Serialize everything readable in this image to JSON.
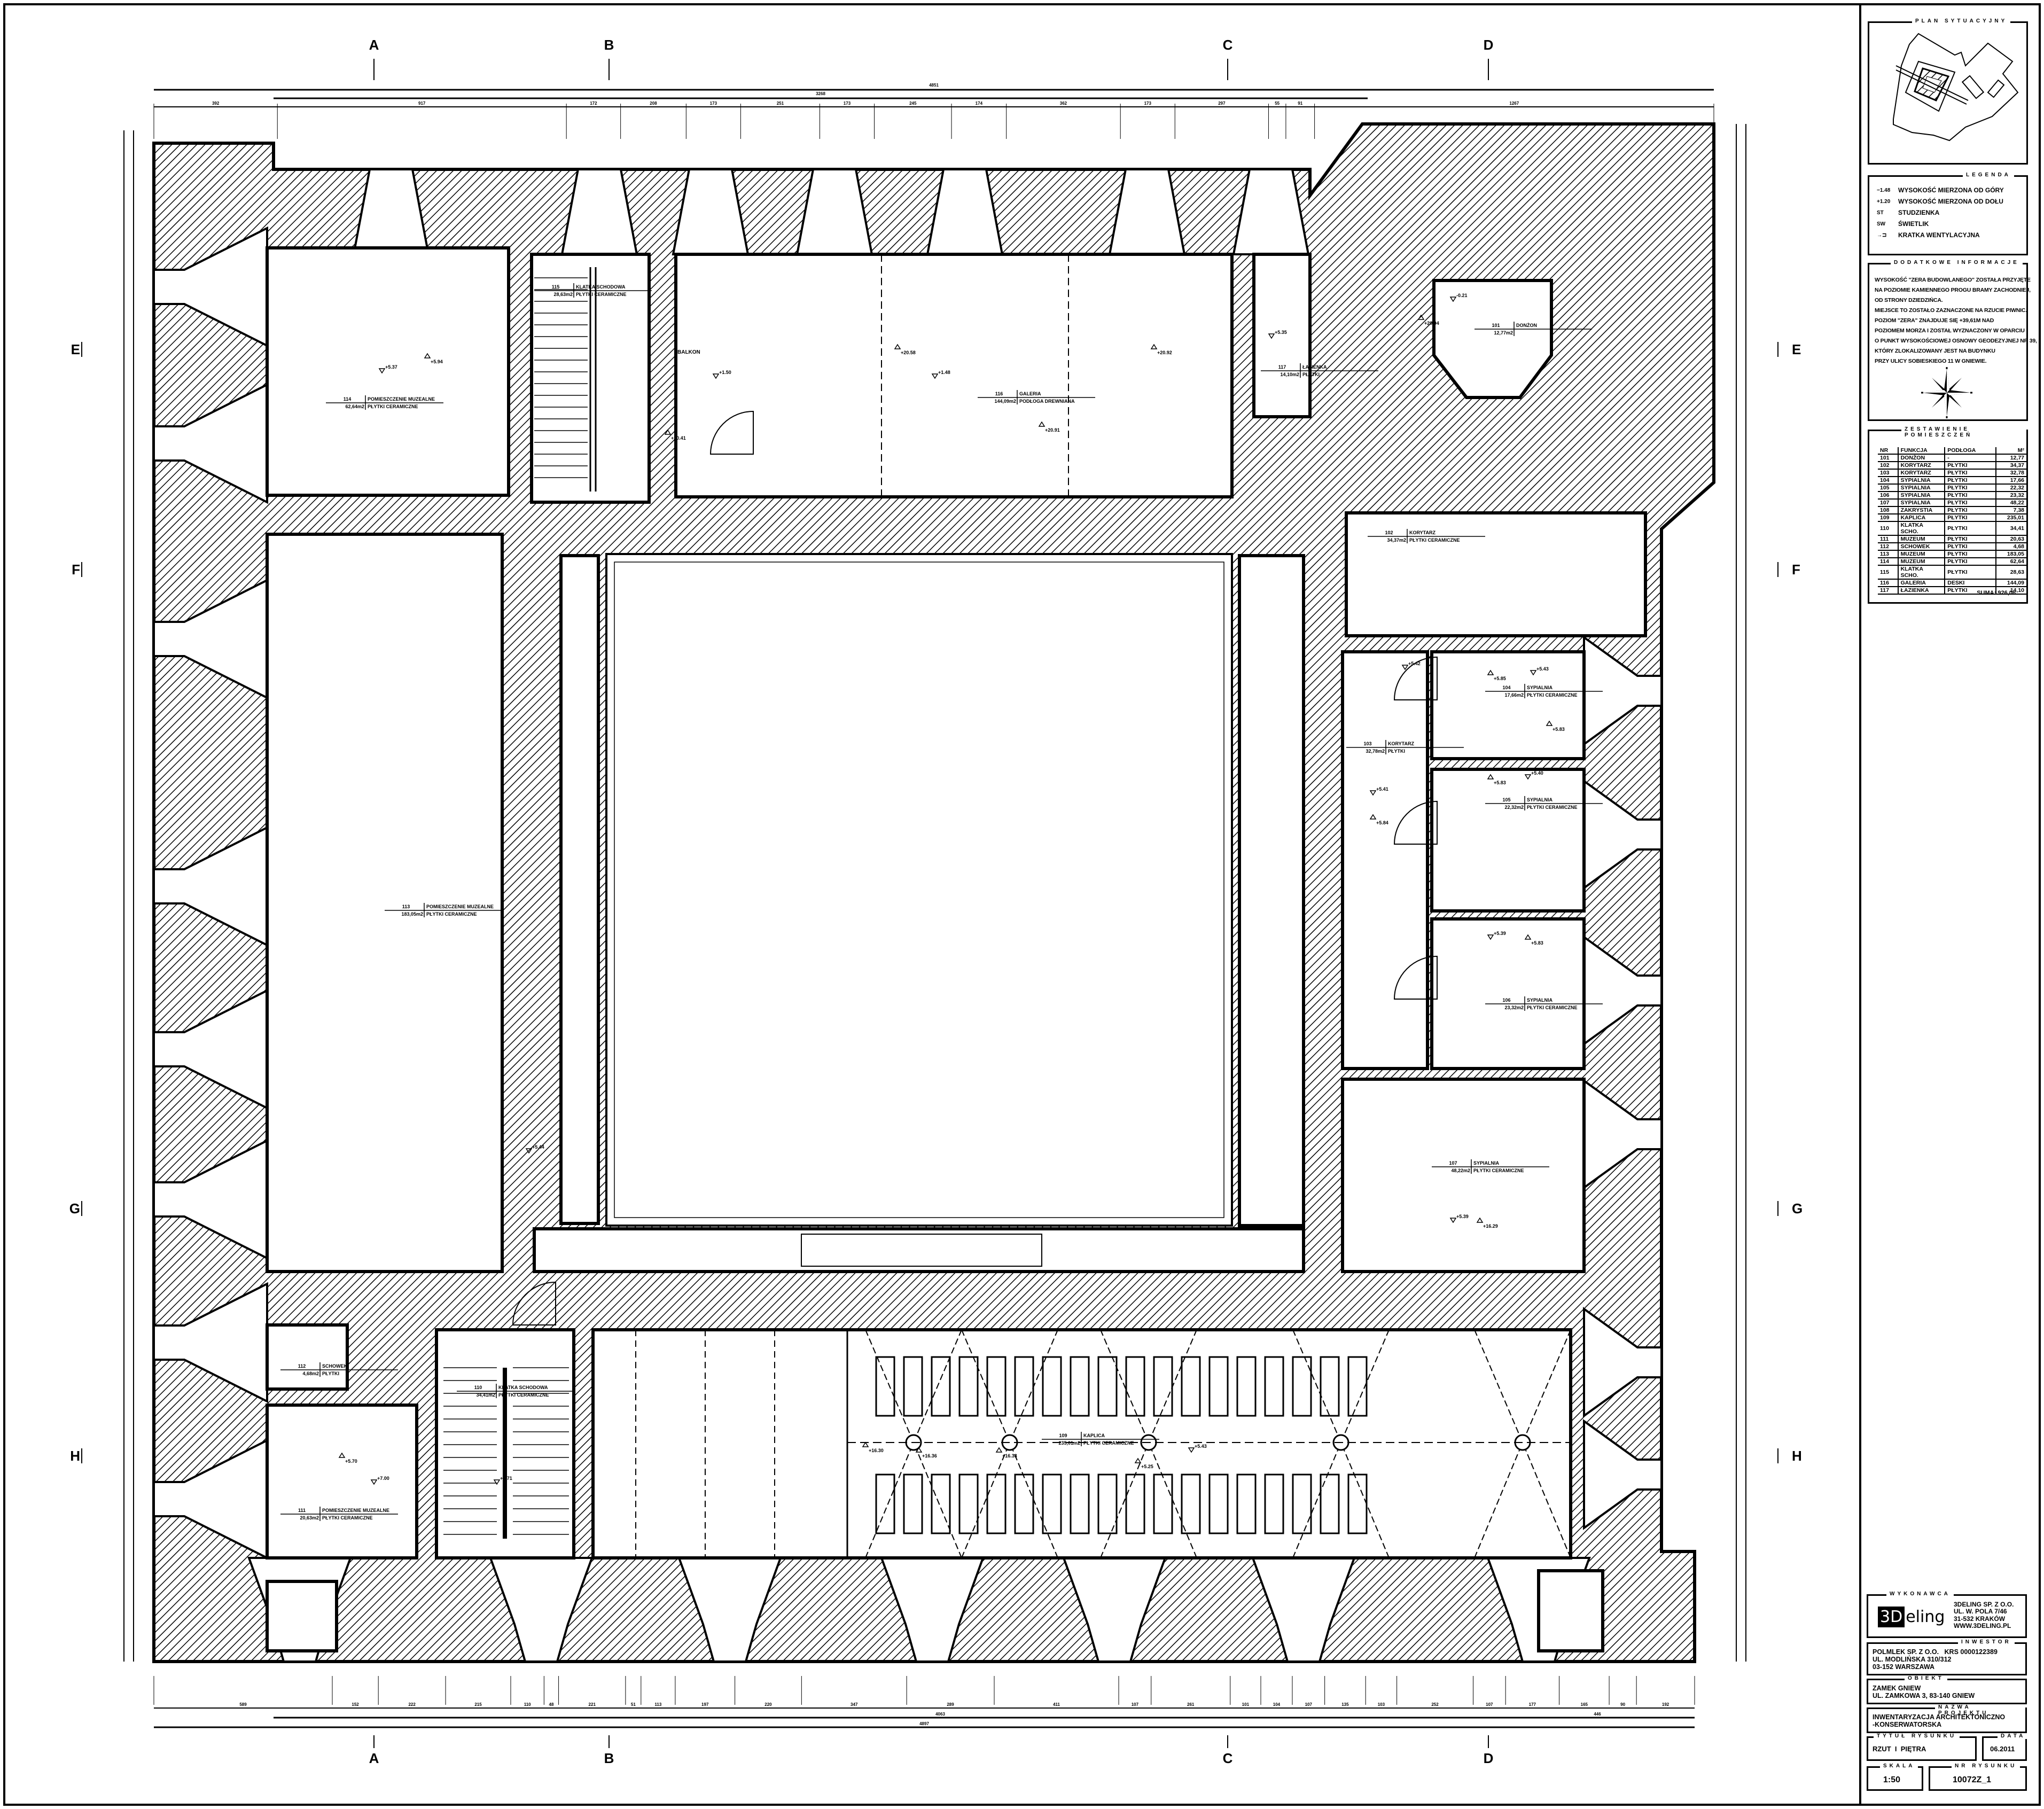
{
  "sheet": {
    "grid_columns": [
      "A",
      "B",
      "C",
      "D"
    ],
    "grid_rows": [
      "E",
      "F",
      "G",
      "H"
    ]
  },
  "plan": {
    "dims_top": {
      "overall": "4851",
      "inner": "3268",
      "chain": [
        "392",
        "917",
        "172",
        "208",
        "173",
        "251",
        "173",
        "245",
        "174",
        "362",
        "173",
        "297",
        "55",
        "91",
        "1267"
      ]
    },
    "dims_bottom": {
      "overall": "4897",
      "inner": "4063",
      "right": "446",
      "chain": [
        "589",
        "152",
        "222",
        "215",
        "110",
        "48",
        "221",
        "51",
        "113",
        "197",
        "220",
        "347",
        "289",
        "411",
        "107",
        "261",
        "101",
        "104",
        "107",
        "135",
        "103",
        "252",
        "107",
        "177",
        "165",
        "90",
        "192"
      ]
    },
    "rooms": [
      {
        "nr": "114",
        "name": "POMIESZCZENIE MUZEALNE",
        "area": "62,64m2",
        "floor": "PŁYTKI CERAMICZNE"
      },
      {
        "nr": "113",
        "name": "POMIESZCZENIE MUZEALNE",
        "area": "183,05m2",
        "floor": "PŁYTKI CERAMICZNE"
      },
      {
        "nr": "115",
        "name": "KLATKA SCHODOWA",
        "area": "28,63m2",
        "floor": "PŁYTKI CERAMICZNE"
      },
      {
        "nr": "116",
        "name": "GALERIA",
        "area": "144,09m2",
        "floor": "PODŁOGA DREWNIANA"
      },
      {
        "nr": "117",
        "name": "ŁAZIENKA",
        "area": "14,10m2",
        "floor": "PŁYTKI"
      },
      {
        "nr": "101",
        "name": "DONŻON",
        "area": "12,77m2",
        "floor": ""
      },
      {
        "nr": "102",
        "name": "KORYTARZ",
        "area": "34,37m2",
        "floor": "PŁYTKI CERAMICZNE"
      },
      {
        "nr": "103",
        "name": "KORYTARZ",
        "area": "32,78m2",
        "floor": "PŁYTKI"
      },
      {
        "nr": "104",
        "name": "SYPIALNIA",
        "area": "17,66m2",
        "floor": "PŁYTKI CERAMICZNE"
      },
      {
        "nr": "105",
        "name": "SYPIALNIA",
        "area": "22,32m2",
        "floor": "PŁYTKI CERAMICZNE"
      },
      {
        "nr": "106",
        "name": "SYPIALNIA",
        "area": "23,32m2",
        "floor": "PŁYTKI CERAMICZNE"
      },
      {
        "nr": "107",
        "name": "SYPIALNIA",
        "area": "48,22m2",
        "floor": "PŁYTKI CERAMICZNE"
      },
      {
        "nr": "109",
        "name": "KAPLICA",
        "area": "235,01m2",
        "floor": "PŁYTKI CERAMICZNE"
      },
      {
        "nr": "110",
        "name": "KLATKA SCHODOWA",
        "area": "34,41m2",
        "floor": "PŁYTKI CERAMICZNE"
      },
      {
        "nr": "111",
        "name": "POMIESZCZENIE MUZEALNE",
        "area": "20,63m2",
        "floor": "PŁYTKI CERAMICZNE"
      },
      {
        "nr": "112",
        "name": "SCHOWEK",
        "area": "4,68m2",
        "floor": "PŁYTKI"
      }
    ],
    "balcony_label": "BALKON",
    "elevations": [
      {
        "v": "+5.37",
        "type": "top"
      },
      {
        "v": "+5.94",
        "type": "bottom"
      },
      {
        "v": "+20.58",
        "type": "bottom"
      },
      {
        "v": "+20.92",
        "type": "bottom"
      },
      {
        "v": "+1.50",
        "type": "top"
      },
      {
        "v": "+1.48",
        "type": "top"
      },
      {
        "v": "+20.91",
        "type": "bottom"
      },
      {
        "v": "+20.41",
        "type": "bottom"
      },
      {
        "v": "+5.35",
        "type": "top"
      },
      {
        "v": "-0.21",
        "type": "top"
      },
      {
        "v": "+20.94",
        "type": "bottom"
      },
      {
        "v": "+5.41",
        "type": "top"
      },
      {
        "v": "+5.84",
        "type": "bottom"
      },
      {
        "v": "+5.42",
        "type": "top"
      },
      {
        "v": "+5.85",
        "type": "bottom"
      },
      {
        "v": "+5.43",
        "type": "top"
      },
      {
        "v": "+5.83",
        "type": "bottom"
      },
      {
        "v": "+5.40",
        "type": "top"
      },
      {
        "v": "+5.83",
        "type": "bottom"
      },
      {
        "v": "+5.39",
        "type": "top"
      },
      {
        "v": "+5.83",
        "type": "bottom"
      },
      {
        "v": "+5.39",
        "type": "top"
      },
      {
        "v": "+16.29",
        "type": "bottom"
      },
      {
        "v": "+16.30",
        "type": "bottom"
      },
      {
        "v": "+16.36",
        "type": "bottom"
      },
      {
        "v": "+16.33",
        "type": "bottom"
      },
      {
        "v": "+5.43",
        "type": "top"
      },
      {
        "v": "+5.25",
        "type": "bottom"
      },
      {
        "v": "+5.44",
        "type": "top"
      },
      {
        "v": "+5.70",
        "type": "bottom"
      },
      {
        "v": "+7.00",
        "type": "top"
      },
      {
        "v": "+6.71",
        "type": "top"
      }
    ]
  },
  "panel": {
    "site_plan_title": "PLAN SYTUACYJNY",
    "legend": {
      "title": "LEGENDA",
      "items": [
        {
          "symbol": "−1.48",
          "label": "WYSOKOŚĆ MIERZONA OD GÓRY"
        },
        {
          "symbol": "+1.20",
          "label": "WYSOKOŚĆ MIERZONA OD DOŁU"
        },
        {
          "symbol": "ST",
          "label": "STUDZIENKA"
        },
        {
          "symbol": "SW",
          "label": "ŚWIETLIK"
        },
        {
          "symbol": "→⊐",
          "label": "KRATKA WENTYLACYJNA"
        }
      ]
    },
    "info": {
      "title": "DODATKOWE INFORMACJE",
      "text": "WYSOKOŚĆ \"ZERA BUDOWLANEGO\" ZOSTAŁA PRZYJĘTE\nNA POZIOMIE KAMIENNEGO PROGU BRAMY ZACHODNIEJ,\nOD STRONY DZIEDZIŃCA.\nMIEJSCE TO ZOSTAŁO ZAZNACZONE NA RZUCIE PIWNIC.\nPOZIOM \"ZERA\" ZNAJDUJE SIĘ +39,61M NAD\nPOZIOMEM MORZA I ZOSTAŁ WYZNACZONY W OPARCIU\nO PUNKT WYSOKOŚCIOWEJ OSNOWY GEODEZYJNEJ NR 39,\nKTÓRY ZLOKALIZOWANY JEST NA BUDYNKU\nPRZY ULICY SOBIESKIEGO 11 W GNIEWIE."
    },
    "rooms_table": {
      "title": "ZESTAWIENIE POMIESZCZEŃ",
      "headers": [
        "NR",
        "FUNKCJA",
        "PODŁOGA",
        "M²"
      ],
      "rows": [
        [
          "101",
          "DONŻON",
          "-",
          "12,77"
        ],
        [
          "102",
          "KORYTARZ",
          "PŁYTKI",
          "34,37"
        ],
        [
          "103",
          "KORYTARZ",
          "PŁYTKI",
          "32,78"
        ],
        [
          "104",
          "SYPIALNIA",
          "PŁYTKI",
          "17,66"
        ],
        [
          "105",
          "SYPIALNIA",
          "PŁYTKI",
          "22,32"
        ],
        [
          "106",
          "SYPIALNIA",
          "PŁYTKI",
          "23,32"
        ],
        [
          "107",
          "SYPIALNIA",
          "PŁYTKI",
          "48,22"
        ],
        [
          "108",
          "ZAKRYSTIA",
          "PŁYTKI",
          "7,38"
        ],
        [
          "109",
          "KAPLICA",
          "PŁYTKI",
          "235,01"
        ],
        [
          "110",
          "KLATKA SCHO.",
          "PŁYTKI",
          "34,41"
        ],
        [
          "111",
          "MUZEUM",
          "PŁYTKI",
          "20,63"
        ],
        [
          "112",
          "SCHOWEK",
          "PŁYTKI",
          "4,68"
        ],
        [
          "113",
          "MUZEUM",
          "PŁYTKI",
          "183,05"
        ],
        [
          "114",
          "MUZEUM",
          "PŁYTKI",
          "62,64"
        ],
        [
          "115",
          "KLATKA SCHO.",
          "PŁYTKI",
          "28,63"
        ],
        [
          "116",
          "GALERIA",
          "DESKI",
          "144,09"
        ],
        [
          "117",
          "ŁAZIENKA",
          "PŁYTKI",
          "14,10"
        ]
      ],
      "sum_label": "SUMA:",
      "sum_value": "926,06"
    },
    "contractor": {
      "title": "WYKONAWCA",
      "logo_mark": "3D",
      "logo_text": "eling",
      "address": "3DELING SP. Z O.O.\nUL. W. POLA 7/46\n31-532 KRAKÓW\nWWW.3DELING.PL"
    },
    "investor": {
      "title": "INWESTOR",
      "text": "POLMLEK SP. Z O.O.   KRS 0000122389\nUL. MODLIŃSKA 310/312\n03-152 WARSZAWA"
    },
    "object": {
      "title": "OBIEKT",
      "text": "ZAMEK GNIEW\nUL. ZAMKOWA 3, 83-140 GNIEW"
    },
    "project": {
      "title": "NAZWA PROJEKTU",
      "text": "INWENTARYZACJA ARCHITEKTONICZNO\n-KONSERWATORSKA"
    },
    "drawing_title": {
      "title": "TYTUŁ RYSUNKU",
      "text": "RZUT  I  PIĘTRA"
    },
    "date": {
      "title": "DATA",
      "text": "06.2011"
    },
    "scale": {
      "title": "SKALA",
      "text": "1:50"
    },
    "drawing_no": {
      "title": "NR RYSUNKU",
      "text": "10072Z_1"
    }
  }
}
